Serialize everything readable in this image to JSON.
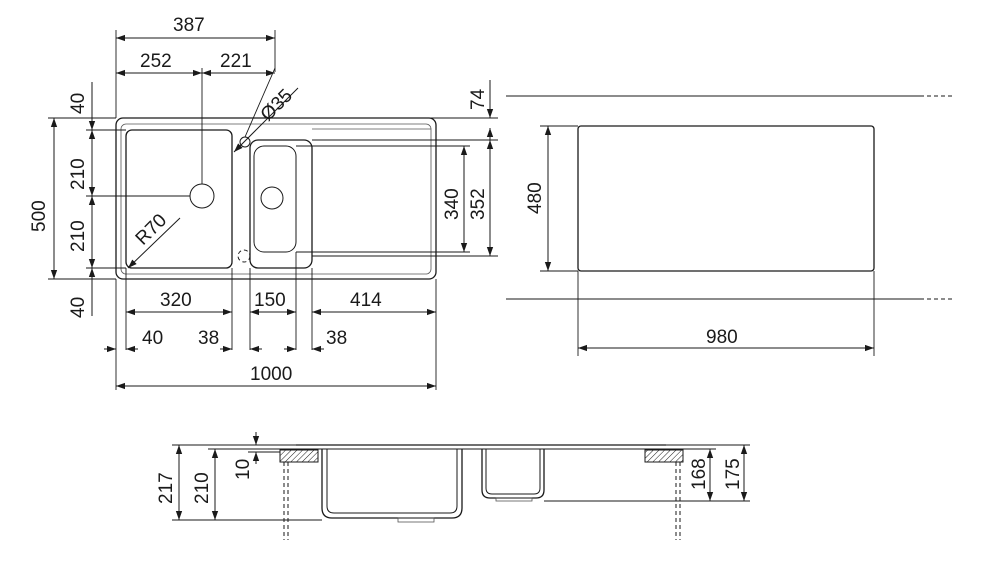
{
  "top_view": {
    "width_total": "387",
    "width_bowl_center": "252",
    "width_tap": "221",
    "tap_hole": "Ø35",
    "depth_top_margin": "40",
    "depth_upper": "210",
    "depth_lower": "210",
    "depth_bottom_margin": "40",
    "depth_total": "500",
    "corner_radius": "R70",
    "bowl_width": "320",
    "small_bowl_width": "150",
    "drainer_width": "414",
    "left_margin": "40",
    "gap_left": "38",
    "gap_right": "38",
    "overall_width": "1000",
    "offset_top": "74",
    "inner_depth_340": "340",
    "inner_depth_352": "352"
  },
  "cutout_view": {
    "cutout_depth": "480",
    "cutout_width": "980"
  },
  "side_view": {
    "height_217": "217",
    "height_210": "210",
    "rim_10": "10",
    "height_168": "168",
    "height_175": "175"
  }
}
